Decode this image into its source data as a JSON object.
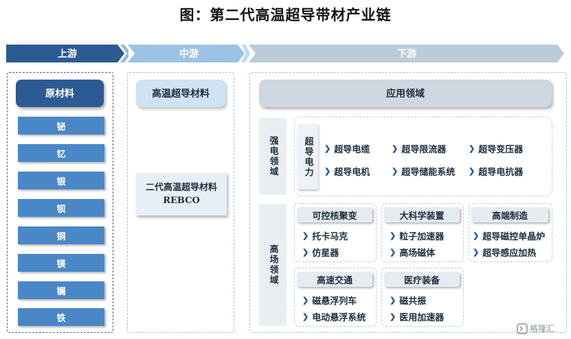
{
  "title": "图：第二代高温超导带材产业链",
  "stages": {
    "upstream": "上游",
    "midstream": "中游",
    "downstream": "下游"
  },
  "upstream": {
    "header": "原材料",
    "materials": [
      "铋",
      "钇",
      "银",
      "钡",
      "铜",
      "镁",
      "镧",
      "铁"
    ]
  },
  "midstream": {
    "header": "高温超导材料",
    "product_line1": "二代高温超导材料",
    "product_line2": "REBCO"
  },
  "downstream": {
    "header": "应用领域",
    "strong_electric": {
      "label": "强电领域",
      "sub_label": "超导电力",
      "items": [
        "超导电缆",
        "超导限流器",
        "超导变压器",
        "超导电机",
        "超导储能系统",
        "超导电抗器"
      ]
    },
    "high_field": {
      "label": "高场领域",
      "groups": [
        {
          "name": "可控核聚变",
          "items": [
            "托卡马克",
            "仿星器"
          ]
        },
        {
          "name": "大科学装置",
          "items": [
            "粒子加速器",
            "高场磁体"
          ]
        },
        {
          "name": "高端制造",
          "items": [
            "超导磁控单晶炉",
            "超导感应加热"
          ]
        },
        {
          "name": "高速交通",
          "items": [
            "磁悬浮列车",
            "电动悬浮系统"
          ]
        },
        {
          "name": "医疗装备",
          "items": [
            "磁共振",
            "医用加速器"
          ]
        }
      ]
    }
  },
  "watermark": "格隆汇",
  "colors": {
    "dark_blue": "#2c5a93",
    "mid_blue": "#4a87c6",
    "light_blue": "#cfe3f4",
    "gray": "#cfd8e1"
  }
}
